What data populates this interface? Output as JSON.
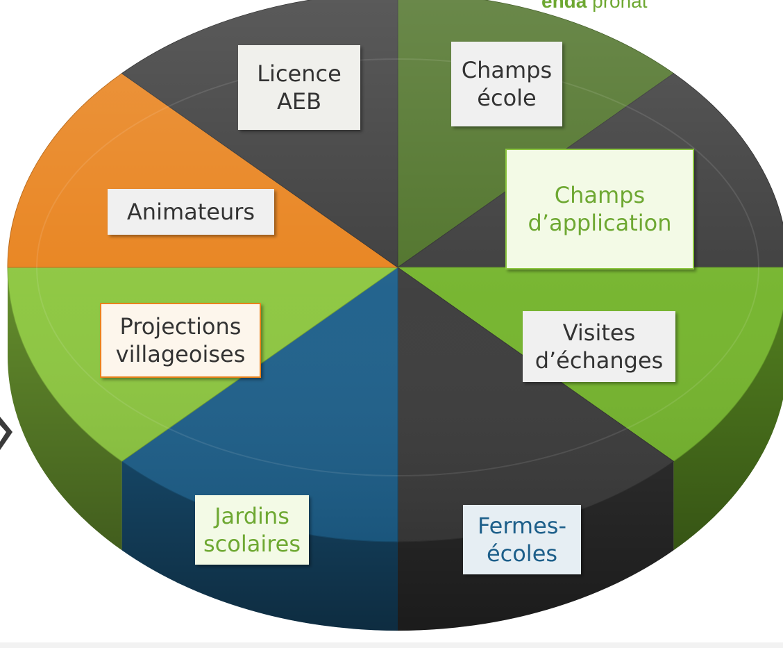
{
  "brand": {
    "name_bold": "enda",
    "name_rest": "pronat"
  },
  "colors": {
    "dark_gray": "#3b3b3b",
    "dark_olive": "#4e7228",
    "bright_green": "#74b42c",
    "light_green": "#8cc63f",
    "orange": "#e8821c",
    "blue": "#1d5f8a"
  },
  "segments": [
    {
      "label_lines": [
        "Licence",
        "AEB"
      ],
      "color": "#4e7228",
      "text_color": "#333333"
    },
    {
      "label_lines": [
        "Champs",
        "école"
      ],
      "color": "#3b3b3b",
      "text_color": "#333333"
    },
    {
      "label_lines": [
        "Champs",
        "d’application"
      ],
      "color": "#74b42c",
      "text_color": "#6ea832"
    },
    {
      "label_lines": [
        "Visites",
        "d’échanges"
      ],
      "color": "#3b3b3b",
      "text_color": "#333333"
    },
    {
      "label_lines": [
        "Fermes-",
        "écoles"
      ],
      "color": "#1d5f8a",
      "text_color": "#1d5f8a"
    },
    {
      "label_lines": [
        "Jardins",
        "scolaires"
      ],
      "color": "#8cc63f",
      "text_color": "#6ea832"
    },
    {
      "label_lines": [
        "Projections",
        "villageoises"
      ],
      "color": "#e8821c",
      "text_color": "#333333"
    },
    {
      "label_lines": [
        "Animateurs"
      ],
      "color": "#3b3b3b",
      "text_color": "#333333"
    }
  ]
}
